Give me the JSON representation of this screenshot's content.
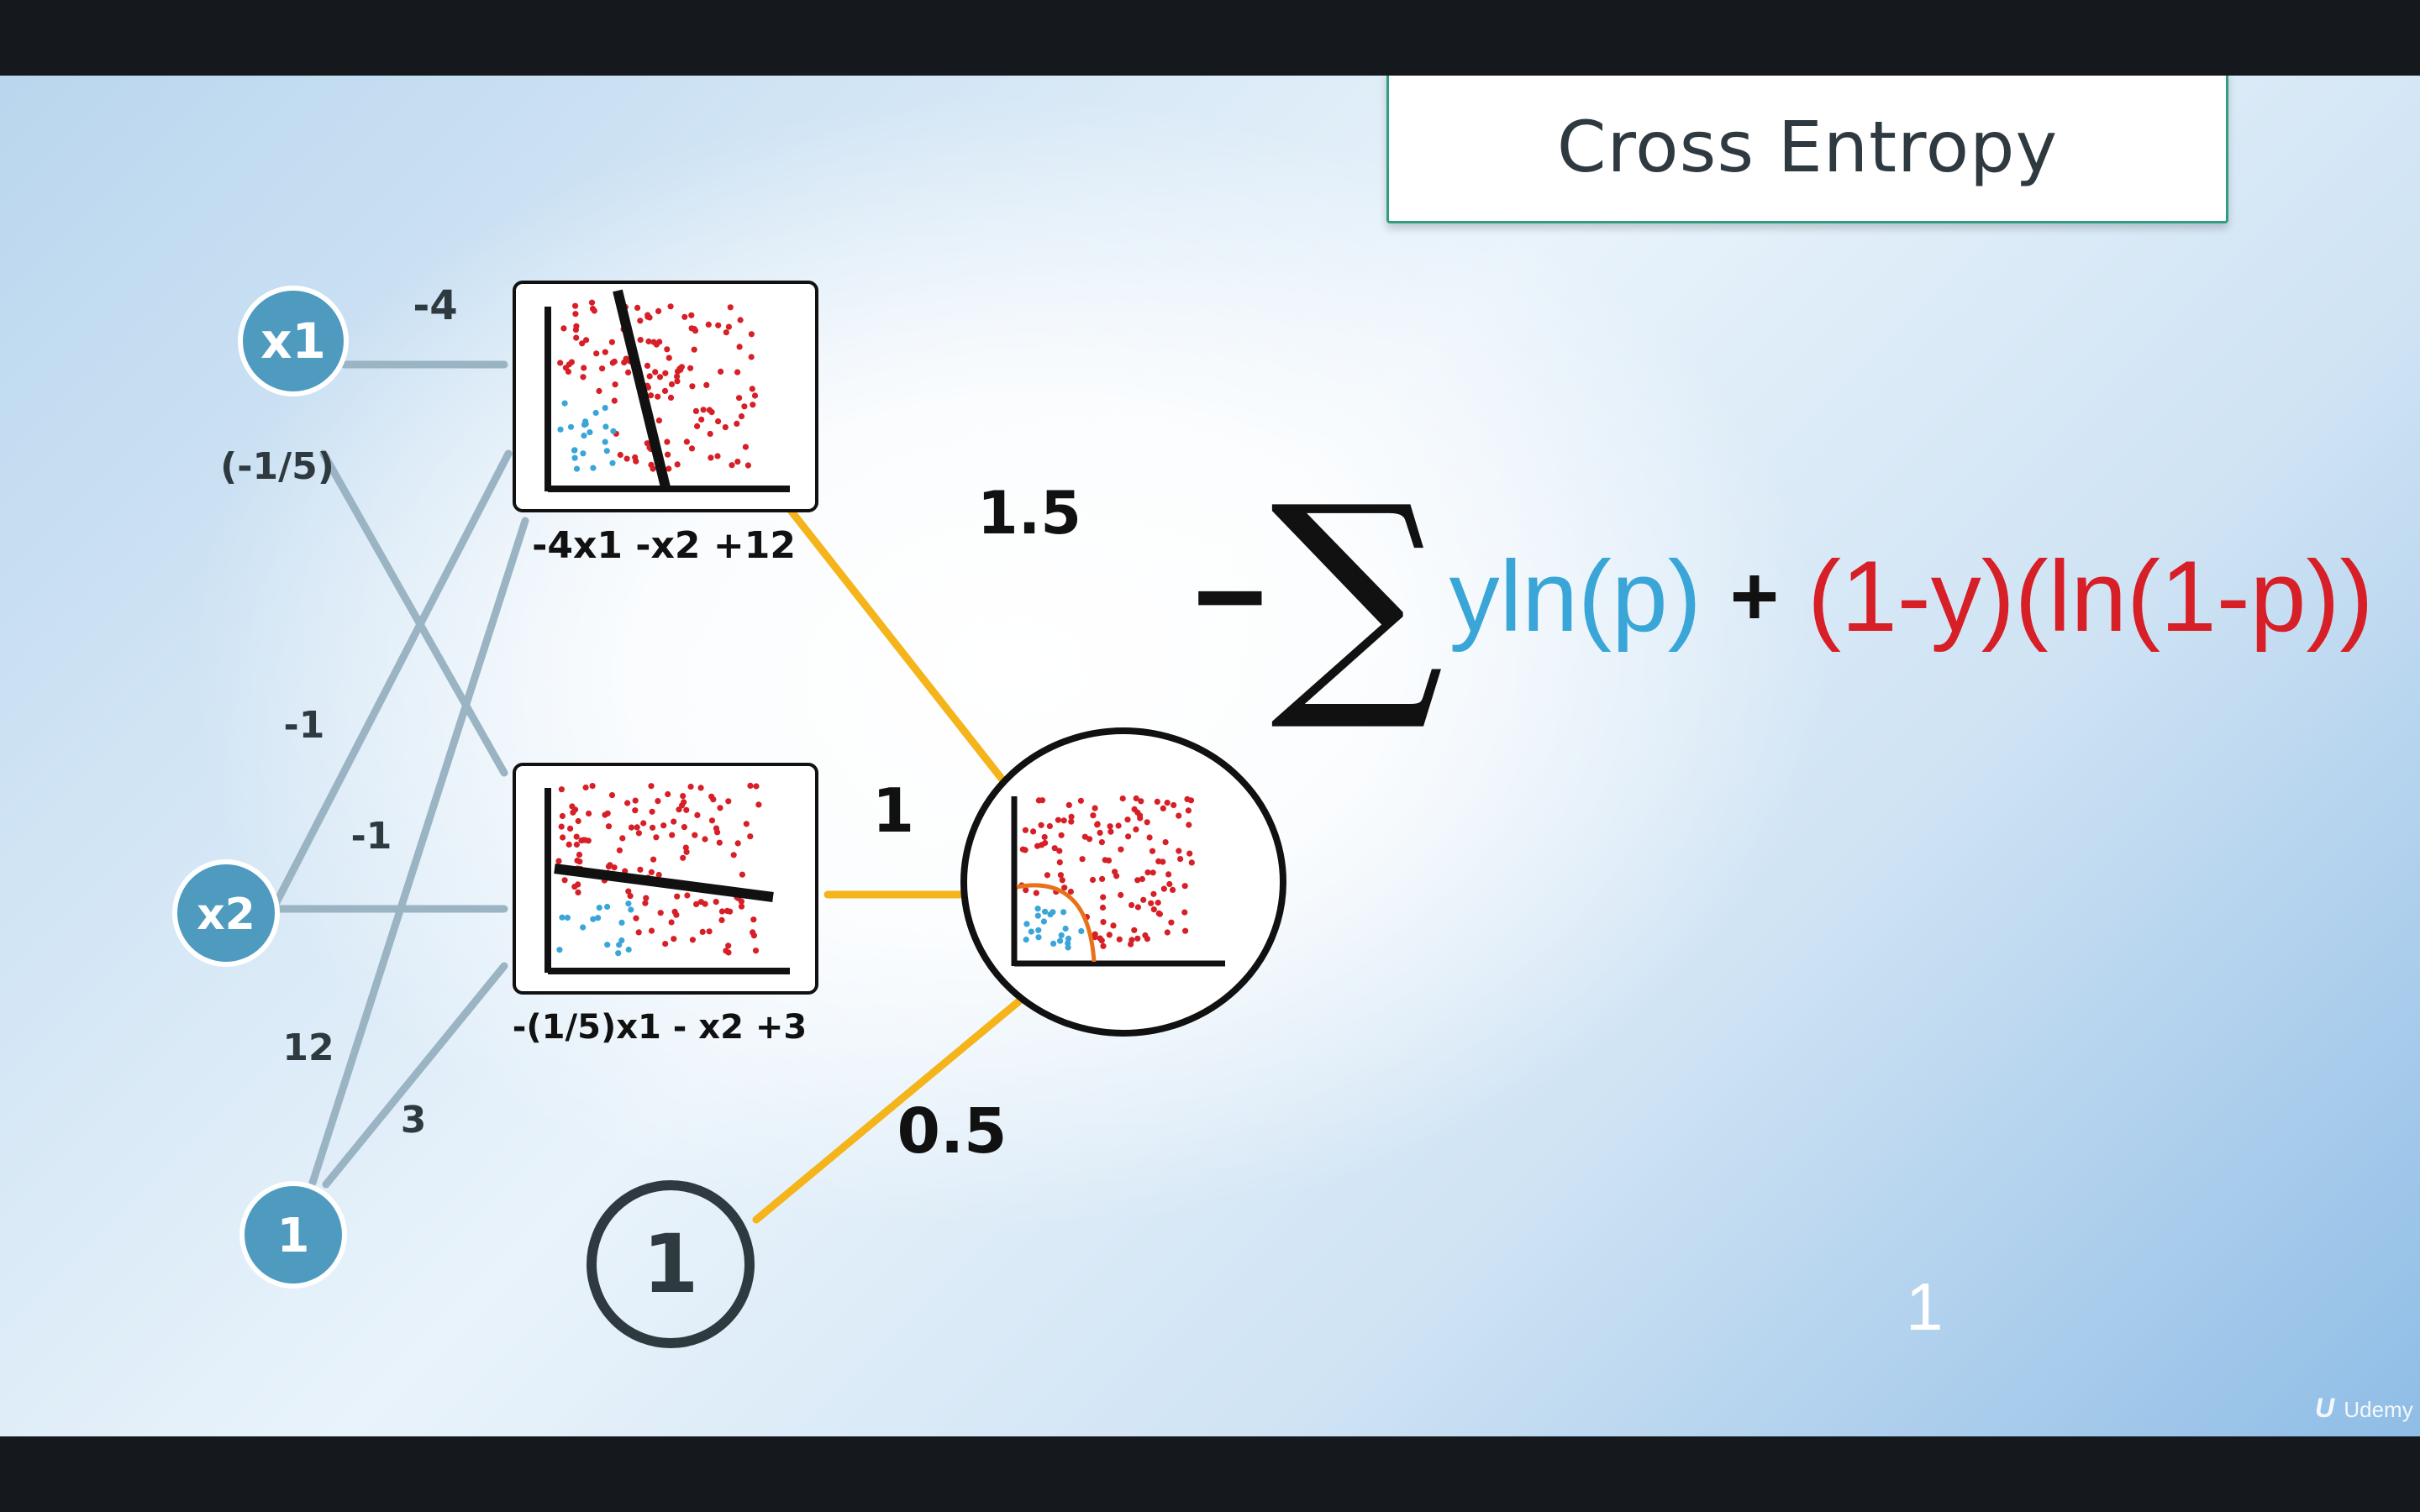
{
  "title": "Cross Entropy",
  "formula": {
    "minus": "−",
    "sigma": "∑",
    "term1": "yln(p)",
    "plus": "+",
    "term2": "(1-y)(ln(1-p))"
  },
  "colors": {
    "input_node": "#4f9bc0",
    "input_edge": "#9ab4c3",
    "output_edge": "#f4b41a",
    "blue_points": "#3aa6d8",
    "red_points": "#d61f26",
    "formula_blue": "#3aa6d8",
    "formula_red": "#d61f26",
    "title_border": "#2f9e7f"
  },
  "network": {
    "input_nodes": [
      {
        "id": "x1",
        "label": "x1"
      },
      {
        "id": "x2",
        "label": "x2"
      },
      {
        "id": "bias",
        "label": "1"
      }
    ],
    "hidden_nodes": [
      {
        "id": "h1",
        "label": "-4x1 -x2 +12"
      },
      {
        "id": "h2",
        "label": "-(1/5)x1 - x2 +3"
      }
    ],
    "output_bias_node": {
      "label": "1"
    },
    "input_weights": [
      {
        "from": "x1",
        "to": "h1",
        "label": "-4"
      },
      {
        "from": "x1",
        "to": "h2",
        "label": "(-1/5)"
      },
      {
        "from": "x2",
        "to": "h1",
        "label": "-1"
      },
      {
        "from": "x2",
        "to": "h2",
        "label": "-1"
      },
      {
        "from": "bias",
        "to": "h1",
        "label": "12"
      },
      {
        "from": "bias",
        "to": "h2",
        "label": "3"
      }
    ],
    "output_weights": [
      {
        "from": "h1",
        "label": "1.5"
      },
      {
        "from": "h2",
        "label": "1"
      },
      {
        "from": "bias2",
        "label": "0.5"
      }
    ]
  },
  "slide_number": "1",
  "brand": {
    "icon": "U",
    "text": "Udemy"
  }
}
